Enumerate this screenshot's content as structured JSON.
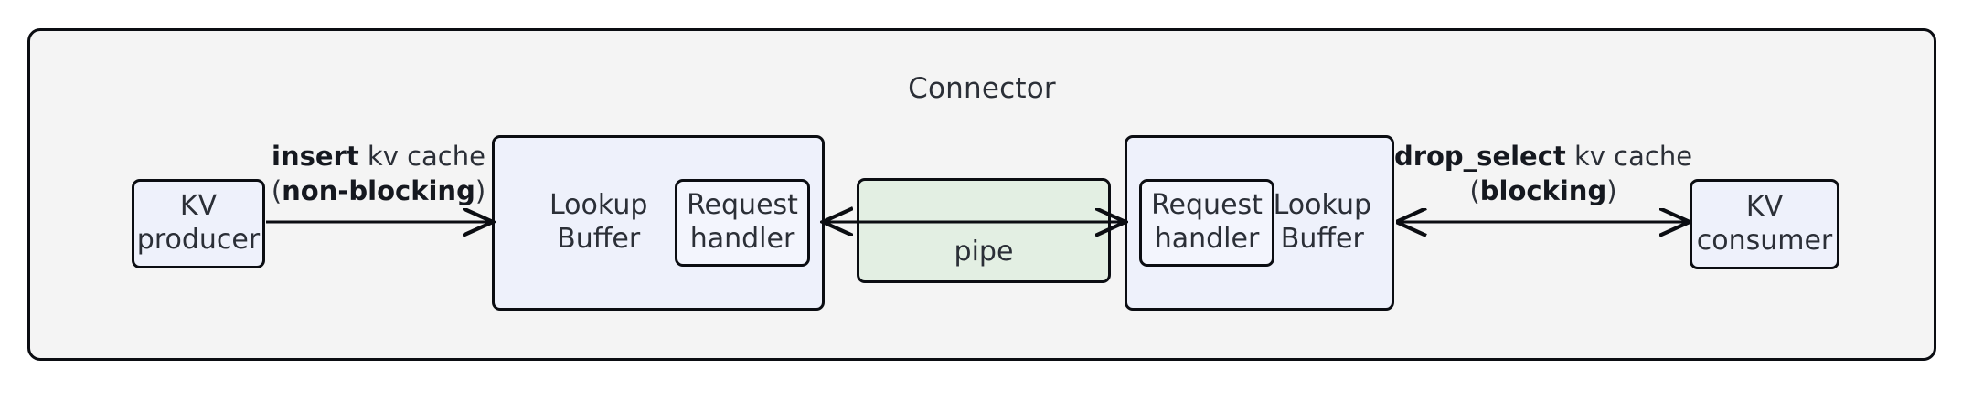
{
  "diagram": {
    "container": {
      "title": "Connector",
      "background": "#f4f4f4",
      "border_color": "#0b0d12"
    },
    "nodes": {
      "kv_producer": {
        "label": "KV\nproducer",
        "fill": "#eef1fb"
      },
      "kv_consumer": {
        "label": "KV\nconsumer",
        "fill": "#eef1fb"
      },
      "lookup_buffer_left": {
        "label": "Lookup\nBuffer",
        "fill": "#eef1fb"
      },
      "lookup_buffer_right": {
        "label": "Lookup\nBuffer",
        "fill": "#eef1fb"
      },
      "request_handler_left": {
        "label": "Request\nhandler",
        "fill": "#f3f5fd"
      },
      "request_handler_right": {
        "label": "Request\nhandler",
        "fill": "#f3f5fd"
      },
      "pipe": {
        "label": "pipe",
        "fill": "#e3efe3"
      }
    },
    "edges": {
      "insert": {
        "op": "insert",
        "rest": " kv cache",
        "mode_open": "(",
        "mode": "non-blocking",
        "mode_close": ")",
        "direction": "right"
      },
      "drop_select": {
        "op": "drop_select",
        "rest": " kv cache",
        "mode_open": "(",
        "mode": "blocking",
        "mode_close": ")",
        "direction": "bidirectional"
      }
    }
  }
}
